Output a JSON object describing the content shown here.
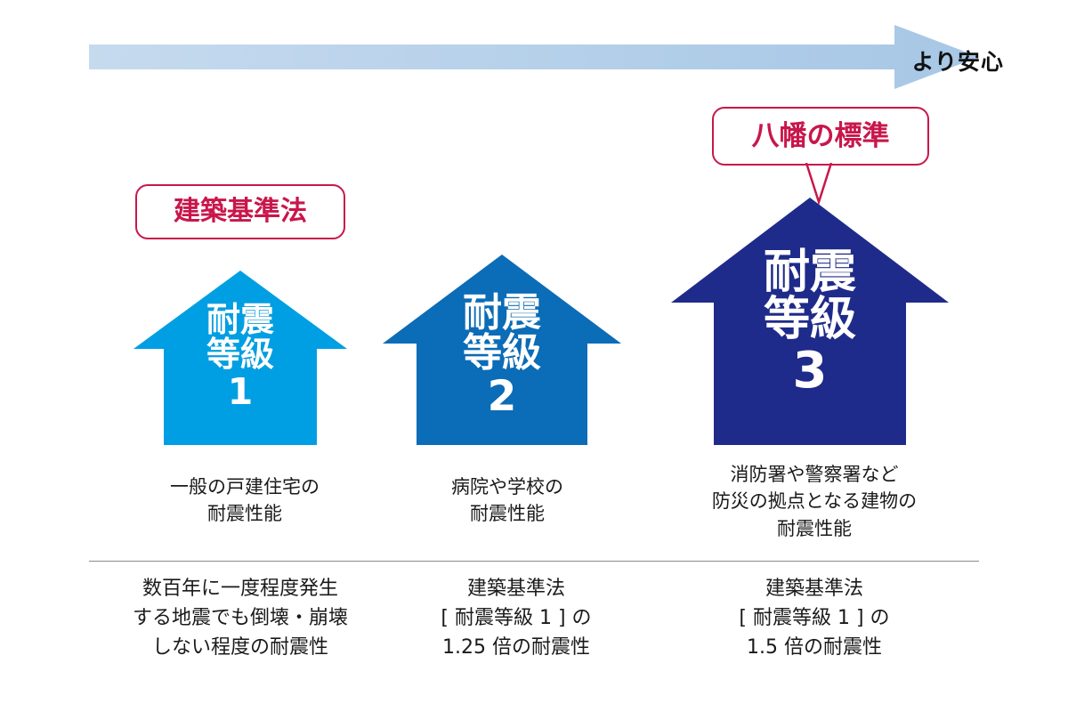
{
  "banner": {
    "label": "より安心",
    "fill_left": "#c3d9ee",
    "fill_right": "#a8c8e6"
  },
  "callouts": {
    "law": {
      "label": "建築基準法",
      "color": "#c8174b"
    },
    "standard": {
      "label": "八幡の標準",
      "color": "#c8174b"
    }
  },
  "grades": [
    {
      "rank_kanji": "耐震",
      "rank_kanji2": "等級",
      "number": "1",
      "color": "#009fe3",
      "caption": [
        "一般の戸建住宅の",
        "耐震性能"
      ],
      "note": [
        "数百年に一度程度発生",
        "する地震でも倒壊・崩壊",
        "しない程度の耐震性"
      ]
    },
    {
      "rank_kanji": "耐震",
      "rank_kanji2": "等級",
      "number": "2",
      "color": "#0b6cb7",
      "caption": [
        "病院や学校の",
        "耐震性能"
      ],
      "note": [
        "建築基準法",
        "[ 耐震等級 1 ] の",
        "1.25 倍の耐震性"
      ]
    },
    {
      "rank_kanji": "耐震",
      "rank_kanji2": "等級",
      "number": "3",
      "color": "#1f2b8a",
      "caption": [
        "消防署や警察署など",
        "防災の拠点となる建物の",
        "耐震性能"
      ],
      "note": [
        "建築基準法",
        "[ 耐震等級 1 ] の",
        "1.5 倍の耐震性"
      ]
    }
  ]
}
